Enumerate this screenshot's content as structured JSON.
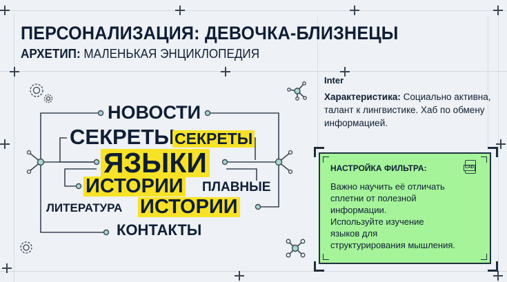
{
  "header": {
    "title": "ПЕРСОНАЛИЗАЦИЯ: ДЕВОЧКА-БЛИЗНЕЦЫ",
    "subtitle_label": "АРХЕТИП:",
    "subtitle_value": " МАЛЕНЬКАЯ ЭНЦИКЛОПЕДИЯ"
  },
  "word_cloud": {
    "words": [
      {
        "text": "НОВОСТИ",
        "highlight": false
      },
      {
        "text": "СЕКРЕТЫ",
        "highlight": false
      },
      {
        "text": "СЕКРЕТЫ",
        "highlight": true
      },
      {
        "text": "ЯЗЫКИ",
        "highlight": true
      },
      {
        "text": "ИСТОРИИ",
        "highlight": true
      },
      {
        "text": "ПЛАВНЫЕ",
        "highlight": false
      },
      {
        "text": "ЛИТЕРАТУРА",
        "highlight": false
      },
      {
        "text": "ИСТОРИИ",
        "highlight": true
      },
      {
        "text": "КОНТАКТЫ",
        "highlight": false
      }
    ]
  },
  "info": {
    "heading": "Inter",
    "label": "Характеристика:",
    "text": " Социально активна, талант к лингвистике. Хаб по обмену информацией."
  },
  "filter_panel": {
    "title": "НАСТРОЙКА ФИЛЬТРА:",
    "icon": "cad-file-icon",
    "icon_label": "CAD",
    "lines": [
      "Важно научить её отличать",
      "сплетни от полезной",
      "информации.",
      "Используйте изучение",
      "языков для",
      "структурирования мышления."
    ]
  },
  "colors": {
    "background": "#eef1f5",
    "text": "#0f1e35",
    "highlight": "#f7e227",
    "panel": "#a6f49a",
    "node": "#a9d8d0"
  }
}
